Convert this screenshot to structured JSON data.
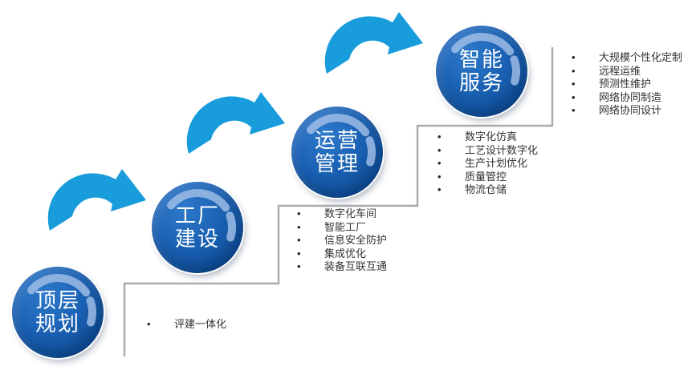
{
  "bullet": "•",
  "colors": {
    "circle_blue": "#1560B0",
    "circle_dark": "#0B4794",
    "arrow_blue": "#189CDB",
    "highlight_arc": "#A5C2E8",
    "step_line": "#ABABAB",
    "item_text": "#333333",
    "circle_label_text": "#FFFFFF"
  },
  "steps": [
    {
      "id": "top-level-planning",
      "label_line1": "顶层",
      "label_line2": "规划",
      "items": [
        "评建一体化"
      ]
    },
    {
      "id": "factory-construction",
      "label_line1": "工厂",
      "label_line2": "建设",
      "items": [
        "数字化车间",
        "智能工厂",
        "信息安全防护",
        "集成优化",
        "装备互联互通"
      ]
    },
    {
      "id": "operations-management",
      "label_line1": "运营",
      "label_line2": "管理",
      "items": [
        "数字化仿真",
        "工艺设计数字化",
        "生产计划优化",
        "质量管控",
        "物流仓储"
      ]
    },
    {
      "id": "intelligent-services",
      "label_line1": "智能",
      "label_line2": "服务",
      "items": [
        "大规模个性化定制",
        "远程运维",
        "预测性维护",
        "网络协同制造",
        "网络协同设计"
      ]
    }
  ]
}
